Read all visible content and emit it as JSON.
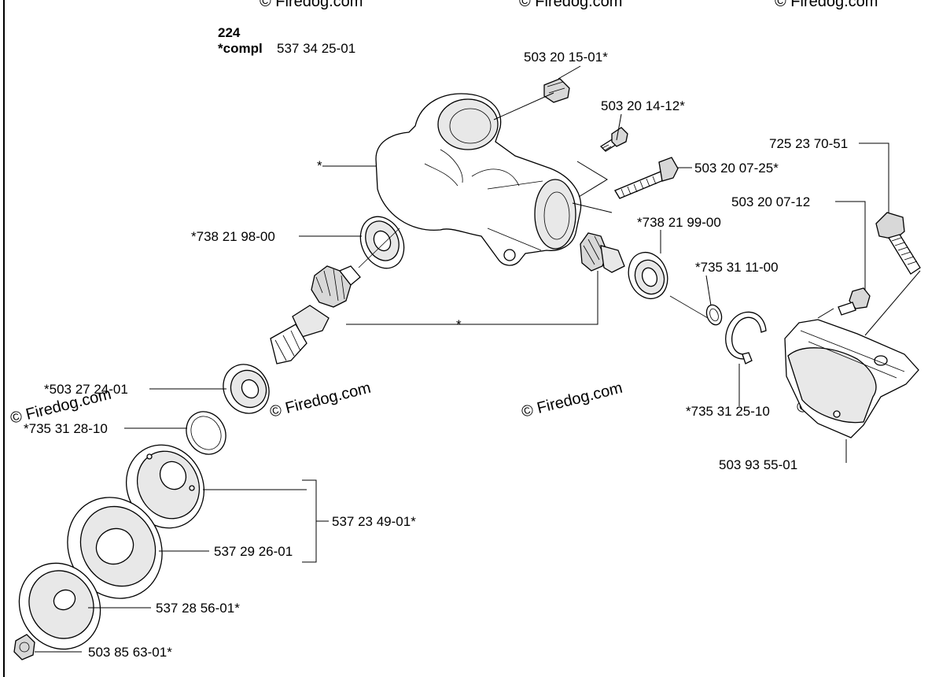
{
  "assembly": {
    "number": "224",
    "compl_prefix": "*compl",
    "compl_part": "537 34 25-01"
  },
  "parts": [
    {
      "id": "plug",
      "number": "503 20 15-01*"
    },
    {
      "id": "screw-short",
      "number": "503 20 14-12*"
    },
    {
      "id": "screw-long",
      "number": "503 20 07-25*"
    },
    {
      "id": "housing",
      "number": "*"
    },
    {
      "id": "bearing-upper",
      "number": "*738 21 98-00"
    },
    {
      "id": "bearing-right",
      "number": "*738 21 99-00"
    },
    {
      "id": "circlip-small",
      "number": "*735 31 11-00"
    },
    {
      "id": "circlip-large",
      "number": "*735 31 25-10"
    },
    {
      "id": "gear-set",
      "number": "*"
    },
    {
      "id": "bearing-lower",
      "number": "*503 27 24-01"
    },
    {
      "id": "circlip-lower",
      "number": "*735 31 28-10"
    },
    {
      "id": "drive-disc-group",
      "number": "537 23 49-01*"
    },
    {
      "id": "support-cup",
      "number": "537 29 26-01"
    },
    {
      "id": "washer",
      "number": "537 28 56-01*"
    },
    {
      "id": "nut",
      "number": "503 85 63-01*"
    },
    {
      "id": "bolt",
      "number": "725 23 70-51"
    },
    {
      "id": "guard-screw",
      "number": "503 20 07-12"
    },
    {
      "id": "guard",
      "number": "503 93 55-01"
    }
  ],
  "watermarks": {
    "text": "© Firedog.com"
  }
}
